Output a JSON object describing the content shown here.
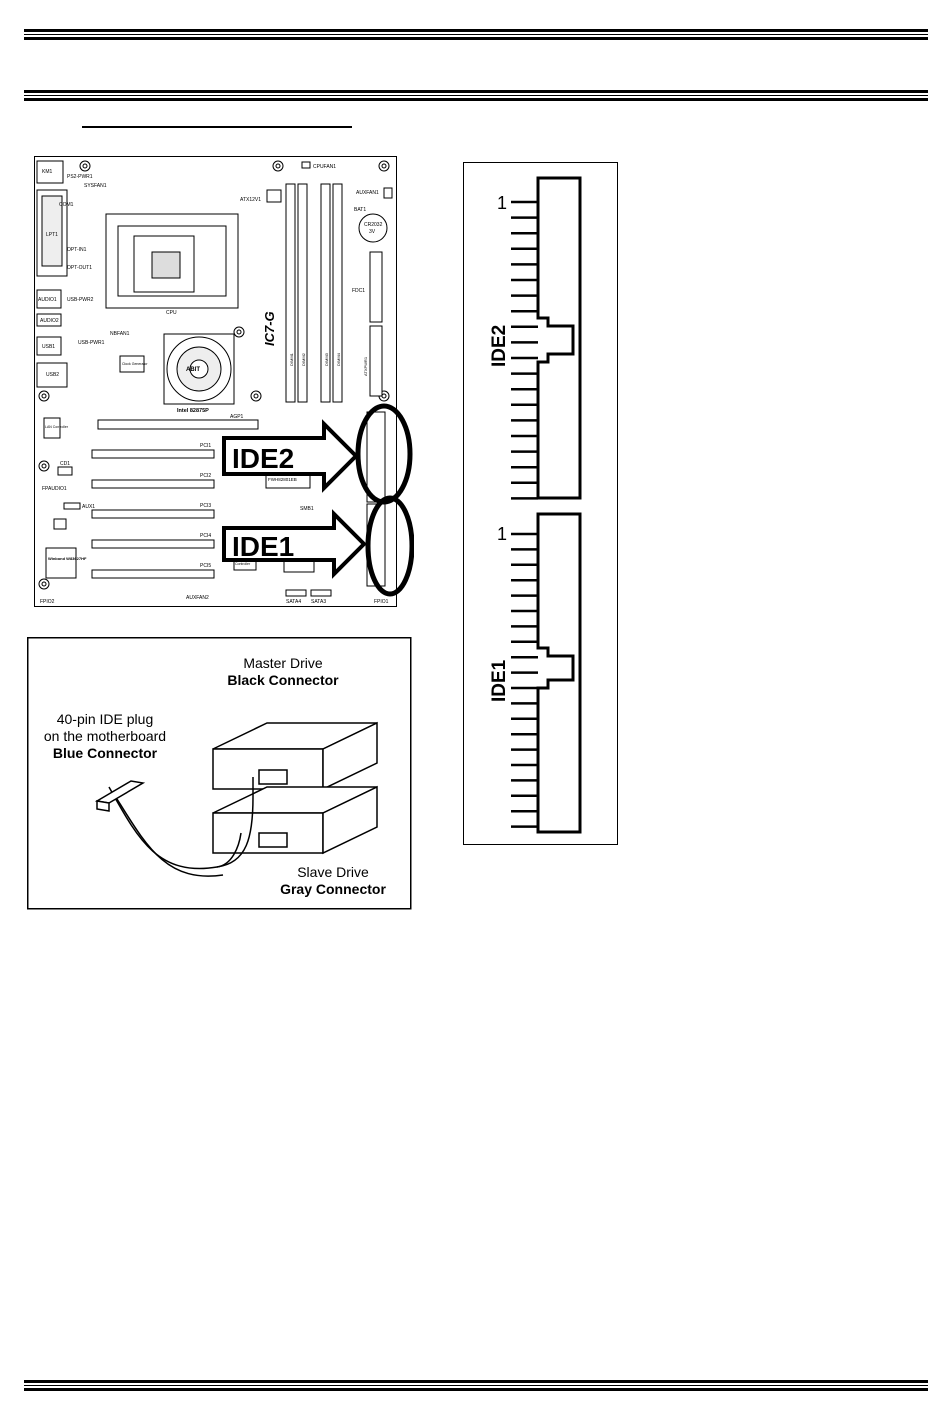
{
  "motherboard": {
    "model": "IC7-G",
    "brand": "ABIT",
    "chipset_label": "Intel 82875P",
    "labels": {
      "km1": "KM1",
      "ps2pwr": "PS2-PWR1",
      "sysfan": "SYSFAN1",
      "com1": "COM1",
      "lpt1": "LPT1",
      "optin": "OPT-IN1",
      "optout": "OPT-OUT1",
      "audio1": "AUDIO1",
      "usbpwr2": "USB-PWR2",
      "audio2": "AUDIO2",
      "usb1": "USB1",
      "usbpwr1": "USB-PWR1",
      "usb2": "USB2",
      "nbfan": "NBFAN1",
      "cpu": "CPU",
      "atx12v": "ATX12V1",
      "cpufan": "CPUFAN1",
      "auxfan1": "AUXFAN1",
      "bat1": "BAT1",
      "cr2032": "CR2032",
      "v3": "3V",
      "fdc1": "FDC1",
      "atxpwr": "ATXPWR1",
      "dimm1": "DIMM1",
      "dimm2": "DIMM2",
      "dimm3": "DIMM3",
      "dimm4": "DIMM4",
      "agp1": "AGP1",
      "lan": "LAN Controller",
      "pci1": "PCI1",
      "pci2": "PCI2",
      "pci3": "PCI3",
      "pci4": "PCI4",
      "pci5": "PCI5",
      "cd1": "CD1",
      "ffaudio": "FPAUDIO1",
      "aux1": "AUX1",
      "fwh": "FWH82801EB",
      "smb1": "SMB1",
      "winbond": "Winbond W83627HF",
      "fpio2": "FPIO2",
      "auxfan2": "AUXFAN2",
      "sata4": "SATA4",
      "sata3": "SATA3",
      "fpio1": "FPIO1",
      "clock": "Clock Generator",
      "controller": "Controller"
    },
    "callouts": {
      "ide2": "IDE2",
      "ide1": "IDE1"
    }
  },
  "cable_figure": {
    "master_line1": "Master Drive",
    "master_line2": "Black Connector",
    "plug_line1": "40-pin IDE plug",
    "plug_line2": "on the motherboard",
    "plug_line3": "Blue Connector",
    "slave_line1": "Slave Drive",
    "slave_line2": "Gray Connector"
  },
  "pin_figure": {
    "ide2_label": "IDE2",
    "ide1_label": "IDE1",
    "pin1_label": "1"
  }
}
